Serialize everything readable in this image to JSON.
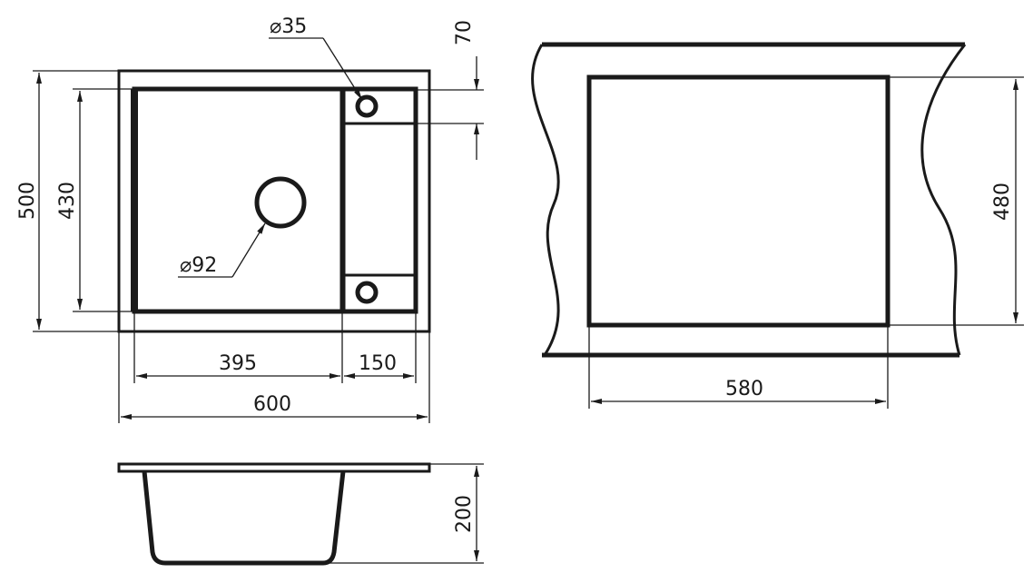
{
  "labels": {
    "overall_width": "600",
    "bowl_width": "395",
    "shelf_width": "150",
    "overall_depth": "500",
    "bowl_depth": "430",
    "top_offset": "70",
    "tap_hole_diameter": "35",
    "drain_diameter": "92",
    "cutout_width": "580",
    "cutout_depth": "480",
    "bowl_height": "200"
  },
  "diameter_symbol": "⌀"
}
